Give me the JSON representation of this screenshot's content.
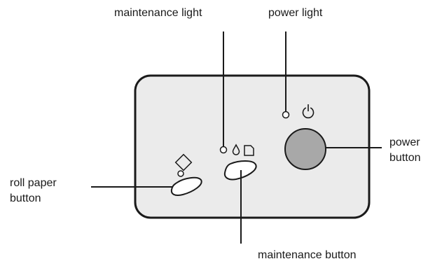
{
  "labels": {
    "maintenance_light": "maintenance light",
    "power_light": "power light",
    "power_button_line1": "power",
    "power_button_line2": "button",
    "roll_paper_line1": "roll paper",
    "roll_paper_line2": "button",
    "maintenance_button": "maintenance button"
  },
  "icons": {
    "power": "power-symbol-icon",
    "ink_drop": "ink-drop-icon",
    "paper": "paper-sheet-icon",
    "roll_paper": "roll-paper-icon"
  },
  "colors": {
    "panel_fill": "#ebebeb",
    "stroke": "#1a1a1a",
    "power_button_fill": "#a8a8a8"
  }
}
